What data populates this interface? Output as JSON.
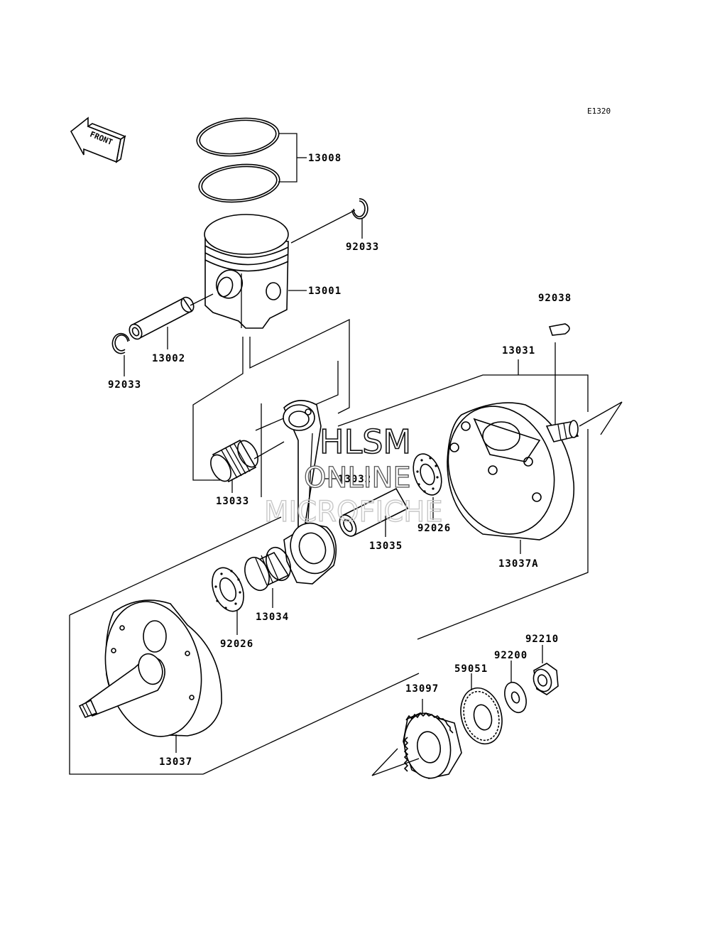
{
  "diagram": {
    "ref_code": "E1320",
    "front_arrow_label": "FRONT",
    "watermark": {
      "line1": "HLSM",
      "line2": "ONLINE",
      "line3": "MICROFICHE"
    },
    "parts": {
      "p13008": "13008",
      "p92033_top": "92033",
      "p13001": "13001",
      "p13002": "13002",
      "p92033_left": "92033",
      "p92038": "92038",
      "p13031": "13031",
      "p13032": "13032",
      "p13033": "13033",
      "p13035": "13035",
      "p92026_right": "92026",
      "p13037A": "13037A",
      "p13034": "13034",
      "p92026_left": "92026",
      "p92210": "92210",
      "p92200": "92200",
      "p59051": "59051",
      "p13097": "13097",
      "p13037": "13037"
    }
  }
}
